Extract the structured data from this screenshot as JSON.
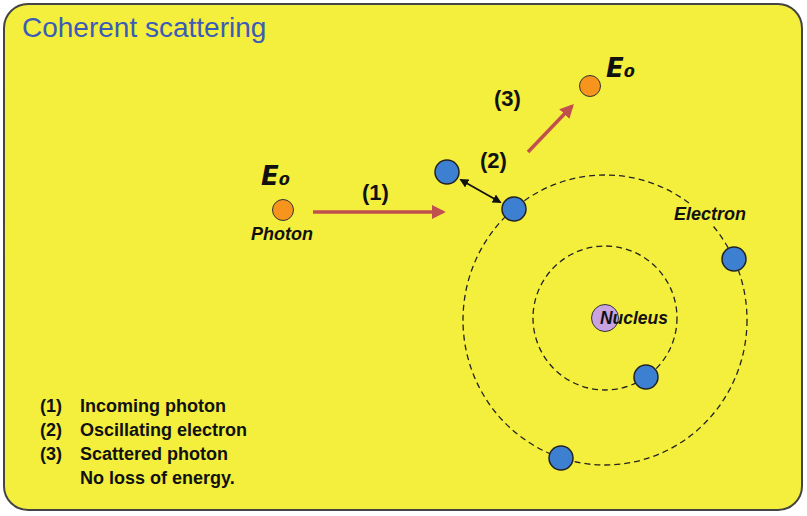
{
  "diagram": {
    "title": "Coherent scattering",
    "nodes": [
      {
        "text": [
          "E₀",
          "Photon"
        ]
      },
      {
        "text": [
          "E₀"
        ]
      },
      {
        "text": [
          "Nucleus"
        ]
      }
    ],
    "labels": [
      "(1)",
      "(2)",
      "(3)",
      "Electron",
      "(1)",
      "Incoming photon",
      "(2)",
      "Oscillating electron",
      "(3)",
      "Scattered photon",
      "No loss of energy."
    ]
  }
}
